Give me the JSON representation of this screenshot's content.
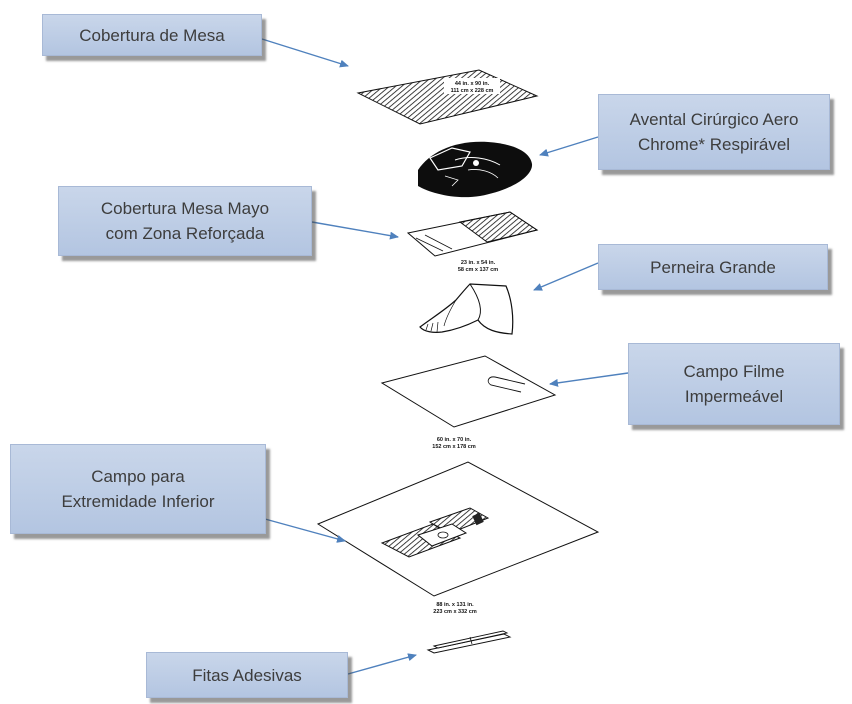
{
  "labels": {
    "cobertura_mesa": "Cobertura de Mesa",
    "avental": "Avental Cirúrgico Aero\nChrome* Respirável",
    "mayo": "Cobertura Mesa Mayo\ncom Zona Reforçada",
    "perneira": "Perneira Grande",
    "campo_filme": "Campo Filme\nImpermeável",
    "campo_extremidade": "Campo para\nExtremidade Inferior",
    "fitas": "Fitas Adesivas"
  },
  "dimensions": {
    "mesa_1": "44 in. x 90 in.",
    "mesa_2": "111 cm x 228 cm",
    "mayo_1": "23 in. x 54 in.",
    "mayo_2": "58 cm x 137 cm",
    "filme_1": "60 in. x 70 in.",
    "filme_2": "152 cm x 178 cm",
    "extremidade_1": "88 in. x 131 in.",
    "extremidade_2": "223 cm x 332 cm"
  },
  "colors": {
    "box_fill": "#b9c9e3",
    "arrow": "#4f81bd",
    "line_art": "#111111"
  }
}
